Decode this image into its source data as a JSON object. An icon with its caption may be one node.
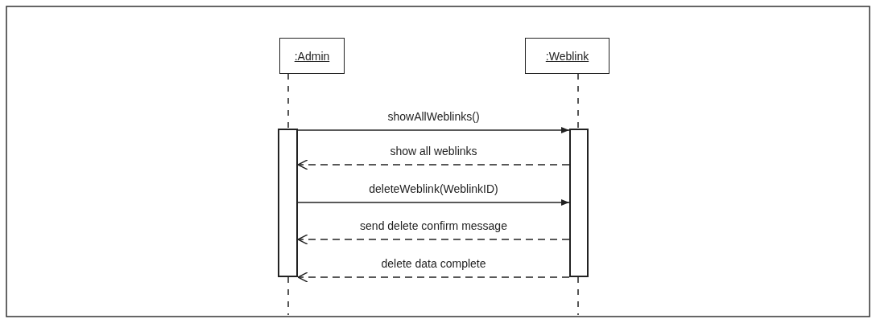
{
  "diagram": {
    "nodes": [
      {
        "text": [
          ":Admin"
        ]
      },
      {
        "text": [
          ":Weblink"
        ]
      },
      {
        "text": [],
        "shape": "bar"
      },
      {
        "text": [],
        "shape": "bar"
      }
    ],
    "edges": [
      {
        "from": 0,
        "to": 2,
        "arrow": "none",
        "style": "dashed"
      },
      {
        "from": 1,
        "to": 3,
        "arrow": "none",
        "style": "dashed"
      },
      {
        "from": 2,
        "to": 3,
        "arrow": "to",
        "label": "showAllWeblinks()"
      },
      {
        "from": 3,
        "to": 2,
        "arrow": "to",
        "label": "show all weblinks",
        "style": "dashed"
      },
      {
        "from": 2,
        "to": 3,
        "arrow": "to",
        "label": "deleteWeblink(WeblinkID)"
      },
      {
        "from": 3,
        "to": 2,
        "arrow": "to",
        "label": "send delete confirm message",
        "style": "dashed"
      },
      {
        "from": 3,
        "to": 2,
        "arrow": "to",
        "label": "delete data complete",
        "style": "dashed"
      },
      {
        "from": 2,
        "to": null,
        "arrow": "none",
        "style": "dashed"
      },
      {
        "from": 3,
        "to": null,
        "arrow": "none",
        "style": "dashed"
      }
    ]
  }
}
